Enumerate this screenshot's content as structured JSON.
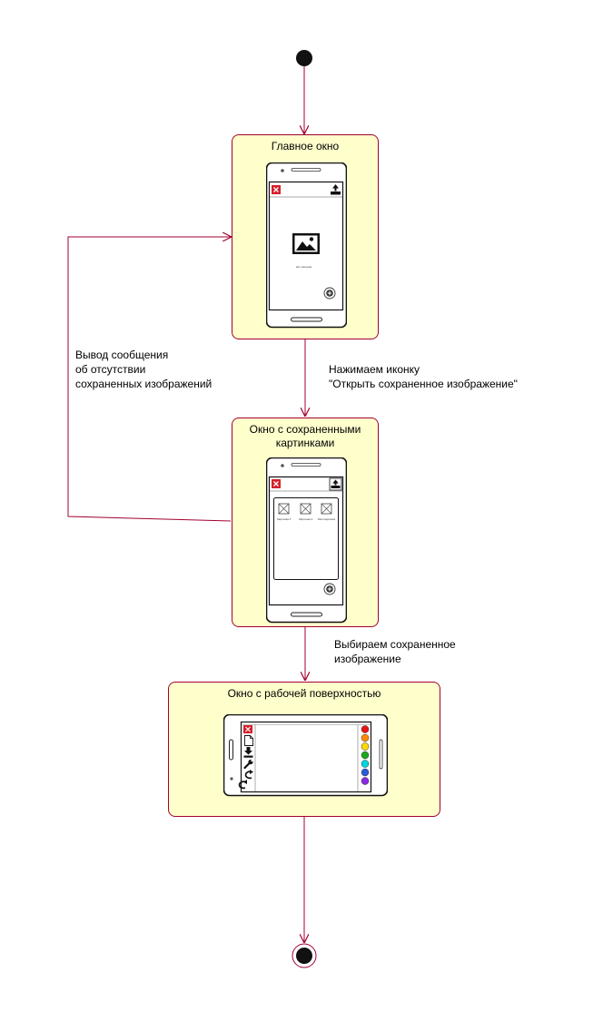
{
  "diagram": {
    "states": {
      "main": {
        "title": "Главное окно",
        "empty_text": "Нет рисунка"
      },
      "saved": {
        "title": "Окно с сохраненными\nкартинками",
        "thumbnails": [
          "Картинка 1",
          "Картинка 2",
          "Моя картинка"
        ]
      },
      "work": {
        "title": "Окно с рабочей поверхностью",
        "palette": [
          "#e81416",
          "#ff8c00",
          "#ffd700",
          "#1fa81f",
          "#00d5e0",
          "#2a5bd7",
          "#8a2be2"
        ]
      }
    },
    "transitions": {
      "open_saved": "Нажимаем иконку\n \"Открыть сохраненное изображение\"",
      "no_saved": "Вывод сообщения\nоб отсутствии\nсохраненных изображений",
      "choose_saved": "Выбираем сохраненное\nизображение"
    },
    "colors": {
      "border": "#a3002e",
      "fill": "#ffffcc",
      "close": "#d3202a"
    }
  }
}
